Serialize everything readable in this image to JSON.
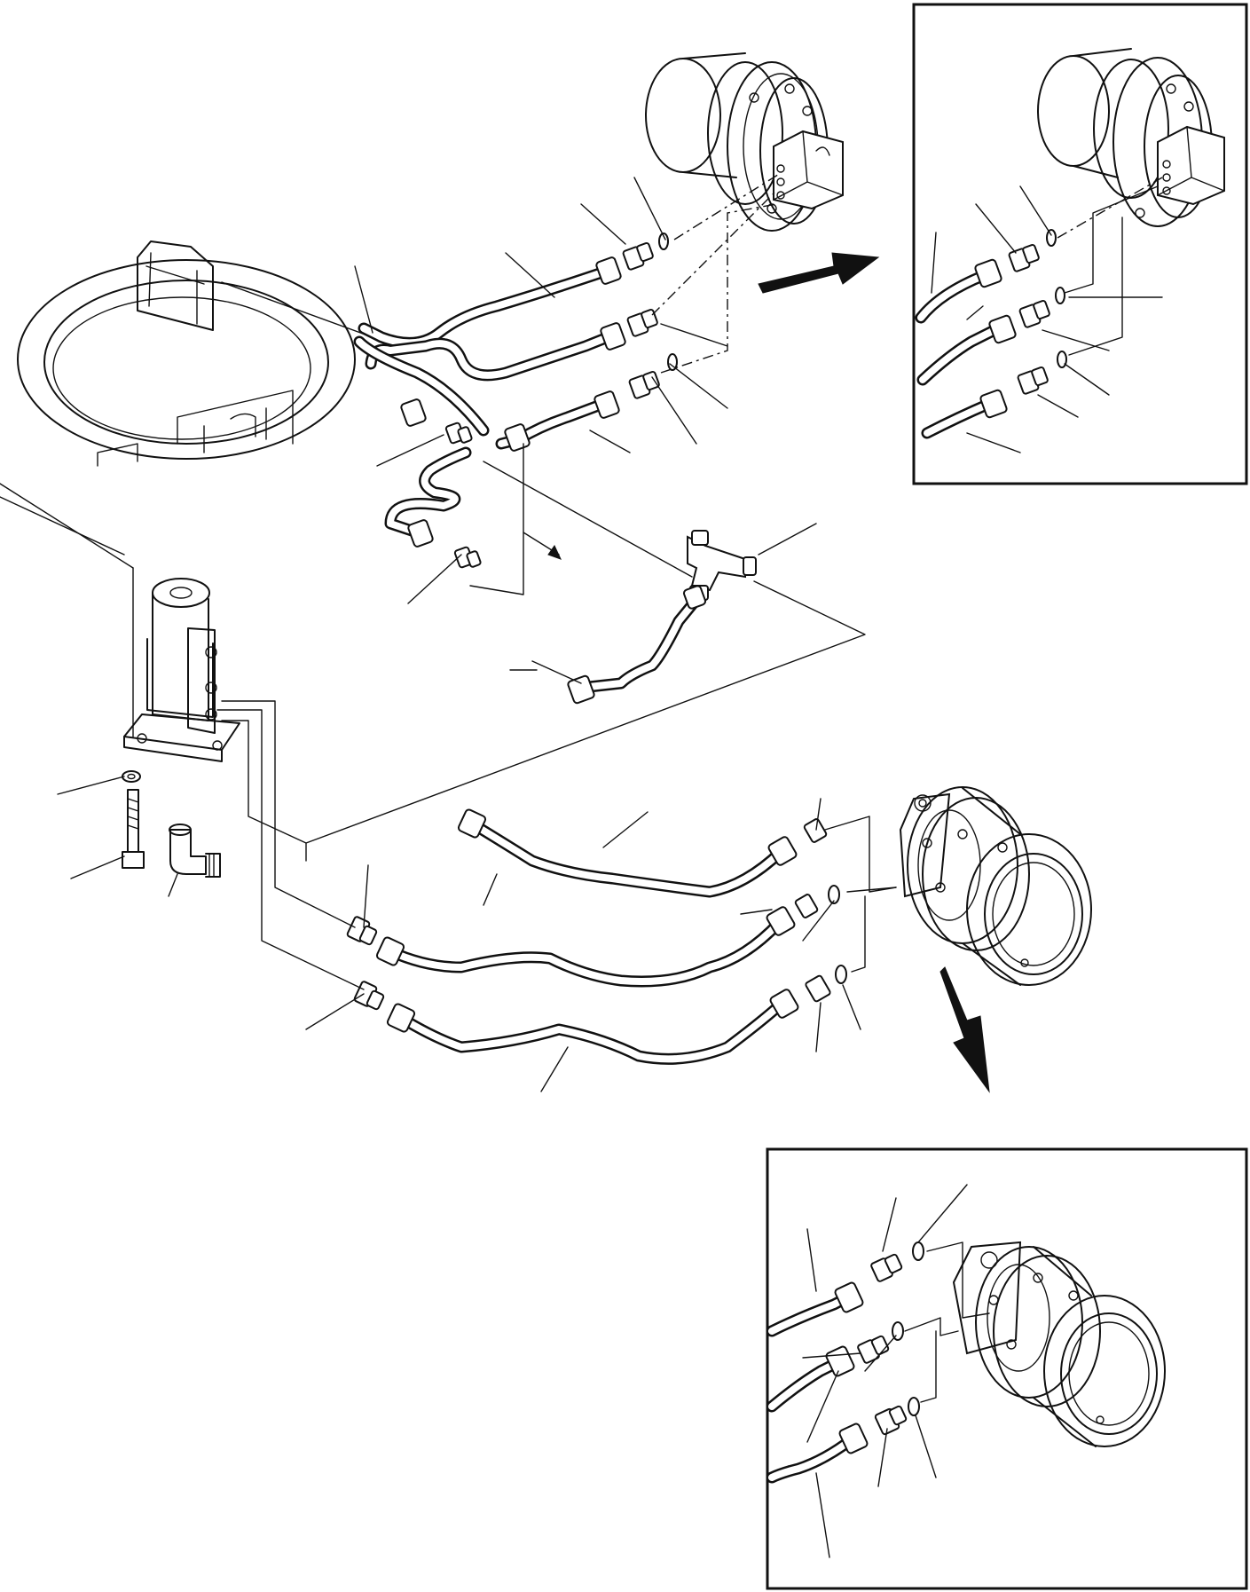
{
  "diagram": {
    "type": "exploded parts diagram",
    "labels_printed": false,
    "main_view": {
      "components": [
        "revolving-frame-ring",
        "swivel-joint",
        "travel-motor-upper",
        "travel-motor-lower",
        "tee-fitting",
        "tube-set-upper",
        "tube-set-lower",
        "elbow-fitting",
        "bolt",
        "washer"
      ]
    },
    "detail_views": [
      {
        "id": "detail-upper",
        "component": "travel-motor-upper",
        "fitting_count": 3
      },
      {
        "id": "detail-lower",
        "component": "travel-motor-lower",
        "fitting_count": 3
      }
    ],
    "arrows": [
      "arrow-to-detail-upper",
      "arrow-to-detail-lower",
      "small-arrow-direction"
    ],
    "colors": {
      "line": "#111111",
      "background": "#ffffff"
    }
  }
}
